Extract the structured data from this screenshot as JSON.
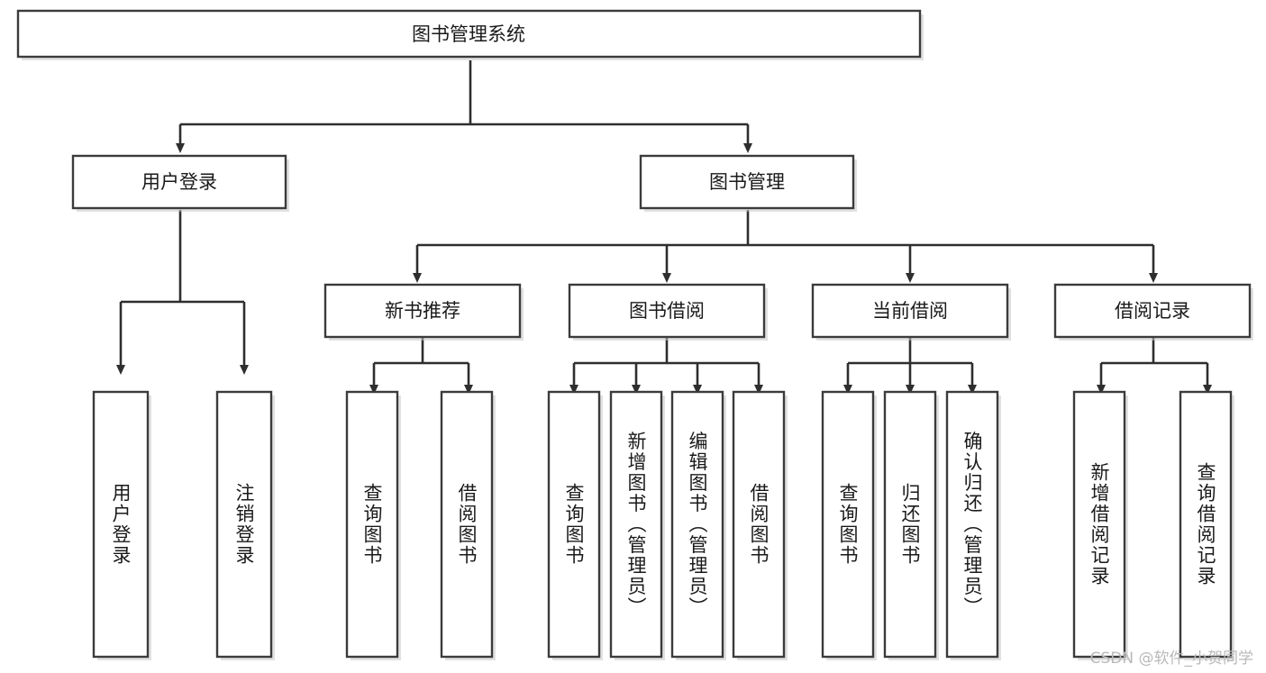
{
  "diagram": {
    "type": "tree-hierarchy-flowchart",
    "title": "图书管理系统",
    "watermark": "CSDN @软件_小贺同学",
    "colors": {
      "background": "#ffffff",
      "box_fill": "#ffffff",
      "box_stroke": "#3b3b3b",
      "edge_stroke": "#2e2e2e",
      "text": "#1a1a1a",
      "watermark_text": "#b9b9b9"
    },
    "levels": {
      "level_0": [
        "图书管理系统"
      ],
      "level_1": [
        "用户登录",
        "图书管理"
      ],
      "level_2": [
        "新书推荐",
        "图书借阅",
        "当前借阅",
        "借阅记录"
      ],
      "level_3": [
        "用户登录",
        "注销登录",
        "查询图书",
        "借阅图书",
        "查询图书",
        "新增图书（管理员）",
        "编辑图书（管理员）",
        "借阅图书",
        "查询图书",
        "归还图书",
        "确认归还（管理员）",
        "新增借阅记录",
        "查询借阅记录"
      ]
    },
    "nodes": {
      "root": {
        "label": "图书管理系统"
      },
      "user_login": {
        "label": "用户登录"
      },
      "book_manage": {
        "label": "图书管理"
      },
      "new_book_rec": {
        "label": "新书推荐"
      },
      "book_borrow": {
        "label": "图书借阅"
      },
      "current_borrow": {
        "label": "当前借阅"
      },
      "borrow_record": {
        "label": "借阅记录"
      },
      "leaf_user_login": {
        "label": "用户登录"
      },
      "leaf_logout": {
        "label": "注销登录"
      },
      "leaf_query_book_1": {
        "label": "查询图书"
      },
      "leaf_borrow_book_1": {
        "label": "借阅图书"
      },
      "leaf_query_book_2": {
        "label": "查询图书"
      },
      "leaf_add_book": {
        "label": "新增图书（管理员）"
      },
      "leaf_edit_book": {
        "label": "编辑图书（管理员）"
      },
      "leaf_borrow_book_2": {
        "label": "借阅图书"
      },
      "leaf_query_book_3": {
        "label": "查询图书"
      },
      "leaf_return_book": {
        "label": "归还图书"
      },
      "leaf_confirm_return": {
        "label": "确认归还（管理员）"
      },
      "leaf_add_record": {
        "label": "新增借阅记录"
      },
      "leaf_query_record": {
        "label": "查询借阅记录"
      }
    },
    "edges": [
      {
        "from": "图书管理系统",
        "to": "用户登录"
      },
      {
        "from": "图书管理系统",
        "to": "图书管理"
      },
      {
        "from": "用户登录",
        "to": "用户登录"
      },
      {
        "from": "用户登录",
        "to": "注销登录"
      },
      {
        "from": "图书管理",
        "to": "新书推荐"
      },
      {
        "from": "图书管理",
        "to": "图书借阅"
      },
      {
        "from": "图书管理",
        "to": "当前借阅"
      },
      {
        "from": "图书管理",
        "to": "借阅记录"
      },
      {
        "from": "新书推荐",
        "to": "查询图书"
      },
      {
        "from": "新书推荐",
        "to": "借阅图书"
      },
      {
        "from": "图书借阅",
        "to": "查询图书"
      },
      {
        "from": "图书借阅",
        "to": "新增图书（管理员）"
      },
      {
        "from": "图书借阅",
        "to": "编辑图书（管理员）"
      },
      {
        "from": "图书借阅",
        "to": "借阅图书"
      },
      {
        "from": "当前借阅",
        "to": "查询图书"
      },
      {
        "from": "当前借阅",
        "to": "归还图书"
      },
      {
        "from": "当前借阅",
        "to": "确认归还（管理员）"
      },
      {
        "from": "借阅记录",
        "to": "新增借阅记录"
      },
      {
        "from": "借阅记录",
        "to": "查询借阅记录"
      }
    ]
  }
}
